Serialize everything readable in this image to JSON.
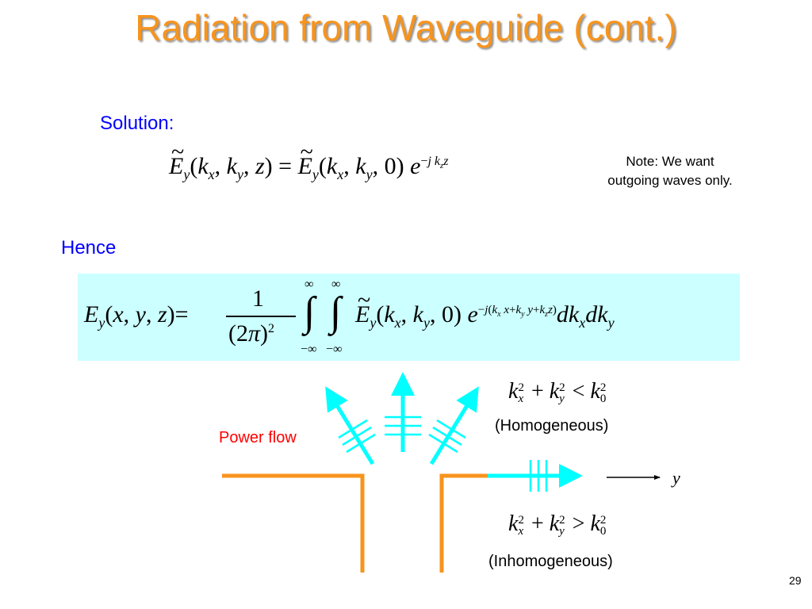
{
  "slide": {
    "title": "Radiation from Waveguide (cont.)",
    "solution_label": "Solution:",
    "hence_label": "Hence",
    "note_line1": "Note: We want",
    "note_line2": "outgoing waves only.",
    "eq1": {
      "lhs": "Ẽy(kx, ky, z)",
      "rhs": "Ẽy(kx, ky, 0) e^(−j kz z)"
    },
    "eq2": {
      "lhs": "Ey(x, y, z)",
      "rhs": "1/(2π)² ∫∫ Ẽy(kx, ky, 0) e^(−j(kx x + ky y + kz z)) dkx dky",
      "limit_upper": "∞",
      "limit_lower": "−∞"
    },
    "homogeneous_condition": "kx² + ky² < k0²",
    "homogeneous_label": "(Homogeneous)",
    "inhomogeneous_condition": "kx² + ky² > k0²",
    "inhomogeneous_label": "(Inhomogeneous)",
    "power_flow_label": "Power flow",
    "axis_label": "y",
    "page_number": "29"
  },
  "colors": {
    "title": "#f7941d",
    "blue_text": "#0000ff",
    "equation_box": "#ccffff",
    "arrows": "#00ffff",
    "waveguide": "#f7941d",
    "power_flow": "#ff0000"
  }
}
